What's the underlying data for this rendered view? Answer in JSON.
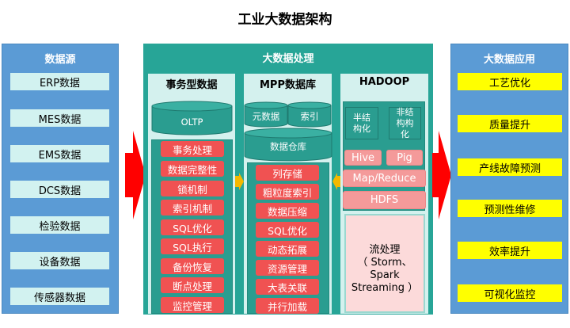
{
  "title": "工业大数据架构",
  "sources": {
    "title": "数据源",
    "items": [
      "ERP数据",
      "MES数据",
      "EMS数据",
      "DCS数据",
      "检验数据",
      "设备数据",
      "传感器数据"
    ]
  },
  "processing": {
    "title": "大数据处理",
    "transactional": {
      "title": "事务型数据",
      "cylinder": "OLTP",
      "items": [
        "事务处理",
        "数据完整性",
        "锁机制",
        "索引机制",
        "SQL优化",
        "SQL执行",
        "备份恢复",
        "断点处理",
        "监控管理"
      ]
    },
    "mpp": {
      "title": "MPP数据库",
      "cylinders": [
        "元数据",
        "索引"
      ],
      "warehouse": "数据仓库",
      "items": [
        "列存储",
        "粗粒度索引",
        "数据压缩",
        "SQL优化",
        "动态拓展",
        "资源管理",
        "大表关联",
        "并行加载"
      ]
    },
    "hadoop": {
      "title": "HADOOP",
      "semi": "半结构化",
      "unstructured": "非结构构化",
      "hive": "Hive",
      "pig": "Pig",
      "mapreduce": "Map/Reduce",
      "hdfs": "HDFS",
      "stream": {
        "line1": "流处理",
        "line2": "（ Storm、",
        "line3": "Spark",
        "line4": "Streaming ）"
      }
    }
  },
  "applications": {
    "title": "大数据应用",
    "items": [
      "工艺优化",
      "质量提升",
      "产线故障预测",
      "预测性维修",
      "效率提升",
      "可视化监控"
    ]
  },
  "colors": {
    "blue": "#5b9bd5",
    "teal": "#27a597",
    "red": "#f05252",
    "yellow": "#ffff00",
    "arrow": "#ff0000"
  }
}
